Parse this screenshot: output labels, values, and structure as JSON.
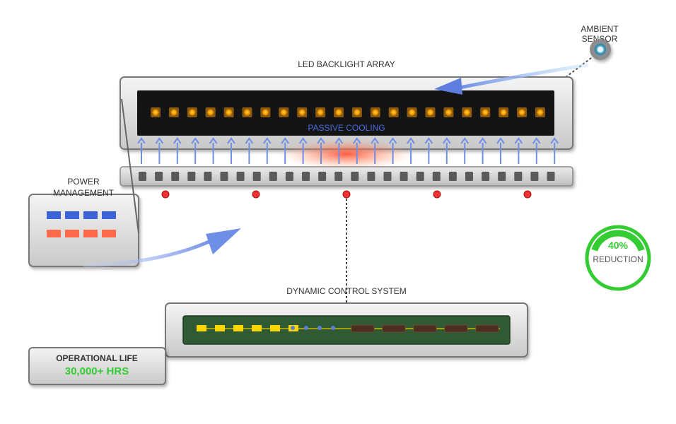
{
  "labels": {
    "led_array_title": "LED BACKLIGHT ARRAY",
    "passive_cooling": "PASSIVE COOLING",
    "ambient_sensor_line1": "AMBIENT",
    "ambient_sensor_line2": "SENSOR",
    "power_management_line1": "POWER",
    "power_management_line2": "MANAGEMENT",
    "dynamic_control_title": "DYNAMIC CONTROL SYSTEM",
    "operational_life_title": "OPERATIONAL LIFE",
    "operational_life_value": "30,000+ HRS",
    "reduction_value": "40%",
    "reduction_label": "REDUCTION"
  },
  "led_count": 22,
  "heat_arrow_count": 24,
  "heatsink_fin_count": 26,
  "connector_point_count": 5,
  "power_cells": {
    "blue_count": 4,
    "red_count": 4
  },
  "reduction_percent": 40,
  "colors": {
    "led": "#f5a000",
    "arrow": "#6f8fe6",
    "heat": "#ff5a3c",
    "power_blue": "#3d63d9",
    "power_red": "#ff6a4d",
    "gauge": "#33cc33",
    "life_value": "#33cc33",
    "circuit_board": "#2f5a33",
    "connector_dot": "#ee3333"
  }
}
